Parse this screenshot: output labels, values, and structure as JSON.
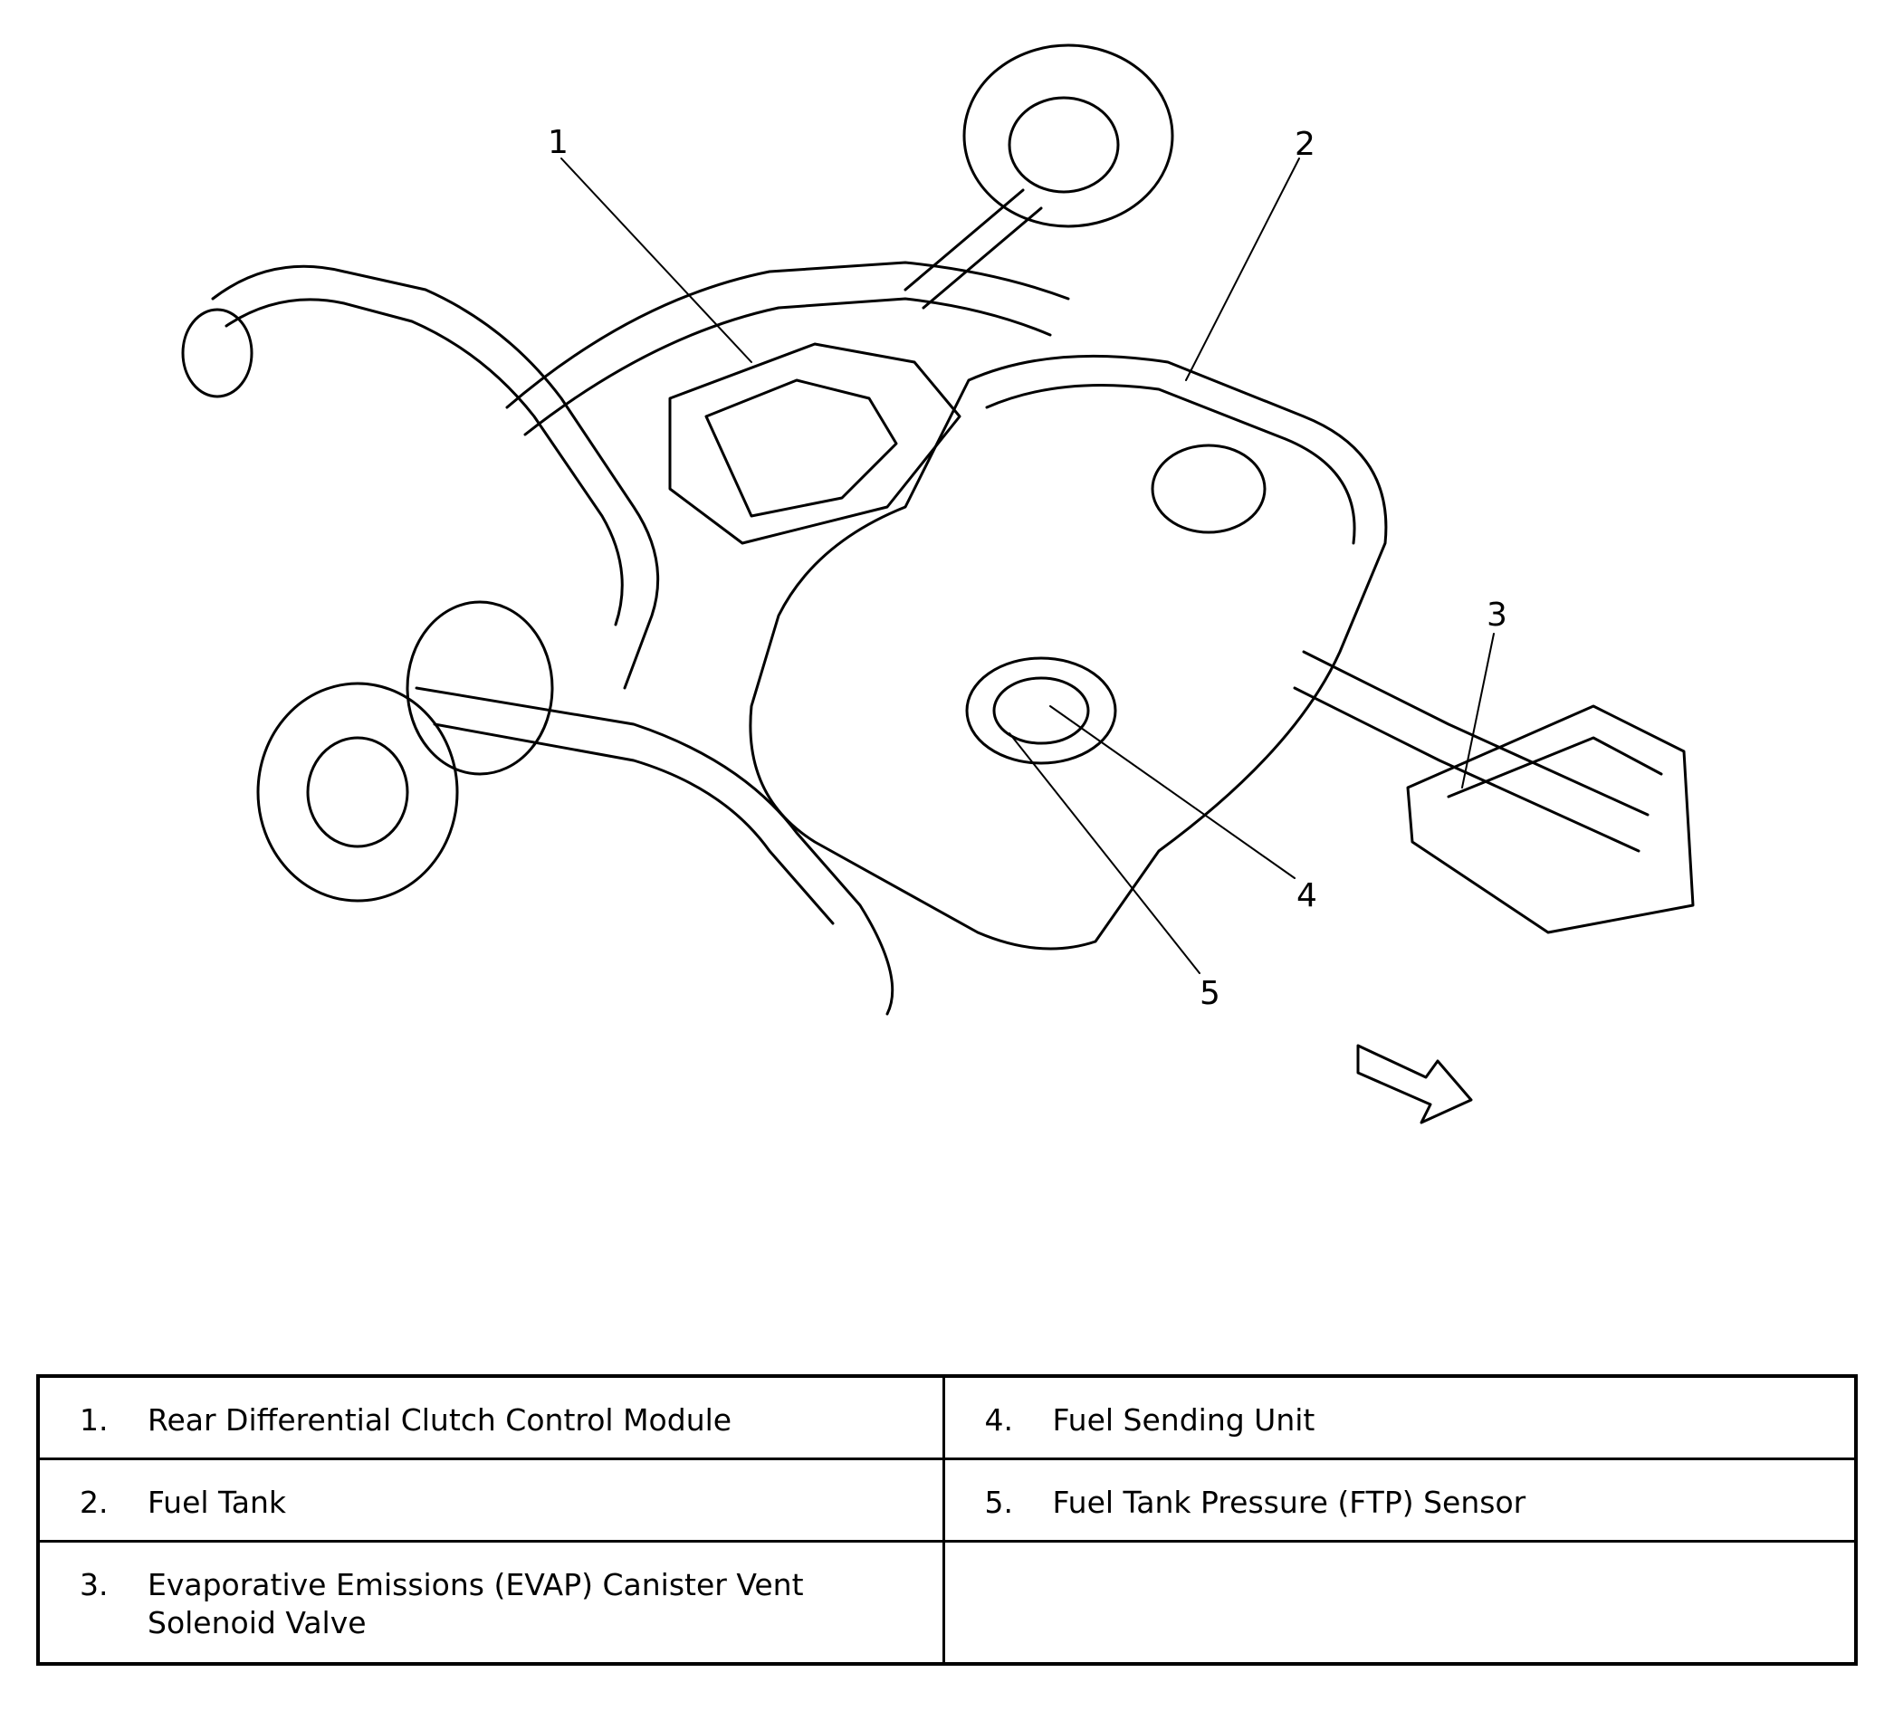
{
  "diagram": {
    "callouts": [
      "1",
      "2",
      "3",
      "4",
      "5"
    ]
  },
  "legend": {
    "rows": [
      [
        {
          "num": "1.",
          "text": "Rear Differential Clutch Control Module"
        },
        {
          "num": "4.",
          "text": "Fuel Sending Unit"
        }
      ],
      [
        {
          "num": "2.",
          "text": "Fuel Tank"
        },
        {
          "num": "5.",
          "text": "Fuel Tank Pressure (FTP) Sensor"
        }
      ],
      [
        {
          "num": "3.",
          "text": "Evaporative Emissions (EVAP) Canister Vent Solenoid Valve"
        },
        {
          "num": "",
          "text": ""
        }
      ]
    ]
  }
}
